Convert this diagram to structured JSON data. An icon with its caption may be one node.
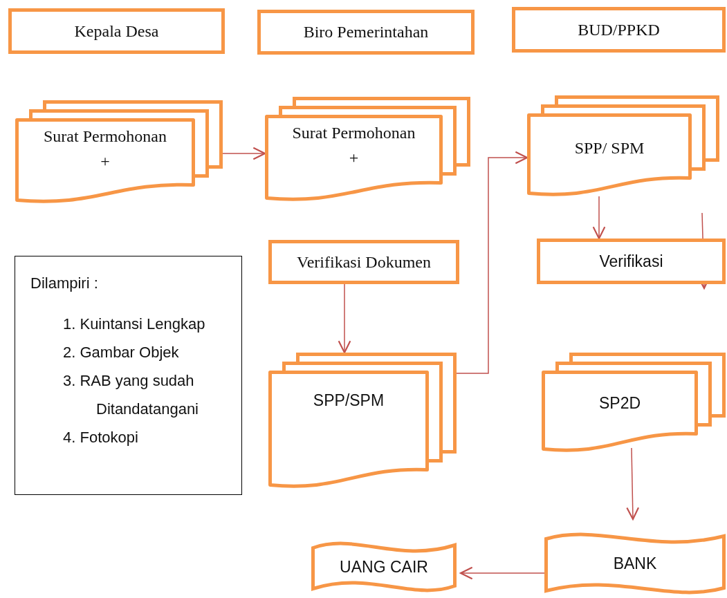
{
  "diagram": {
    "nodes": [
      {
        "text": [
          "Kepala Desa"
        ]
      },
      {
        "text": [
          "Biro Pemerintahan"
        ]
      },
      {
        "text": [
          "BUD/PPKD"
        ]
      },
      {
        "text": [
          "Surat Permohonan +"
        ]
      },
      {
        "text": [
          "Surat Permohonan +"
        ]
      },
      {
        "text": [
          "SPP/ SPM"
        ]
      },
      {
        "text": [
          "Dilampiri :",
          "1. Kuintansi Lengkap",
          "2. Gambar Objek",
          "3. RAB yang sudah Ditandatangani",
          "4. Fotokopi"
        ]
      },
      {
        "text": [
          "Verifikasi Dokumen"
        ]
      },
      {
        "text": [
          "Verifikasi"
        ]
      },
      {
        "text": [
          "SPP/SPM"
        ]
      },
      {
        "text": [
          "SP2D"
        ]
      },
      {
        "text": [
          "UANG CAIR"
        ]
      },
      {
        "text": [
          "BANK"
        ]
      }
    ],
    "edges": [
      {
        "from": 3,
        "to": 4,
        "arrow": "to"
      },
      {
        "from": 7,
        "to": 9,
        "arrow": "to"
      },
      {
        "from": 9,
        "to": 5,
        "arrow": "to"
      },
      {
        "from": 5,
        "to": 8,
        "arrow": "to"
      },
      {
        "from": null,
        "to": 8,
        "arrow": "to"
      },
      {
        "from": 10,
        "to": 12,
        "arrow": "to"
      },
      {
        "from": 12,
        "to": 11,
        "arrow": "to"
      }
    ]
  }
}
